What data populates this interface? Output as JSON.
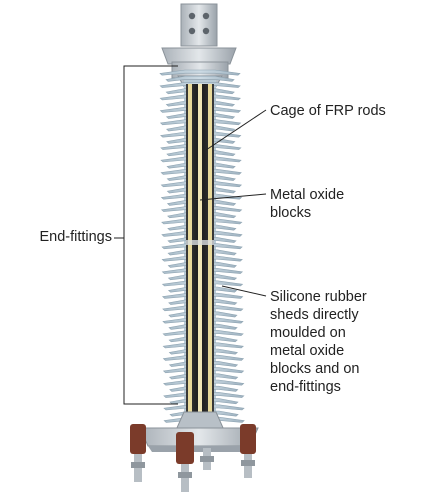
{
  "labels": {
    "end_fittings": "End-fittings",
    "cage": "Cage of FRP rods",
    "metal_oxide": "Metal oxide\nblocks",
    "silicone": "Silicone rubber\nsheds directly\nmoulded on\nmetal oxide\nblocks and on\nend-fittings"
  },
  "colors": {
    "shed": "#b9cbd6",
    "shed_edge": "#8fa4b2",
    "metal": "#c9ced3",
    "rod": "#e6d79a",
    "bolt_brown": "#7b3b2a",
    "leader": "#222222"
  }
}
